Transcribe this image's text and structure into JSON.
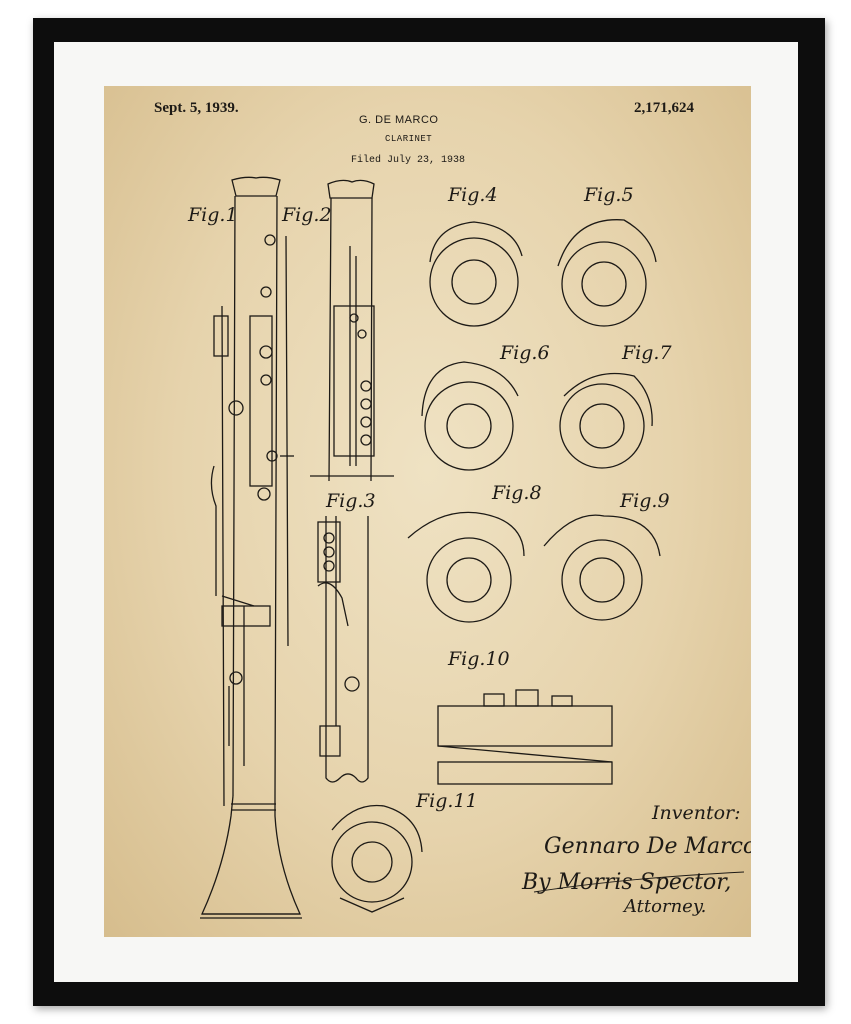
{
  "patent": {
    "date": "Sept. 5, 1939.",
    "number": "2,171,624",
    "inventor_header": "G. DE MARCO",
    "title": "CLARINET",
    "filed": "Filed July 23, 1938"
  },
  "figures": [
    {
      "label": "Fig.1"
    },
    {
      "label": "Fig.2"
    },
    {
      "label": "Fig.3"
    },
    {
      "label": "Fig.4"
    },
    {
      "label": "Fig.5"
    },
    {
      "label": "Fig.6"
    },
    {
      "label": "Fig.7"
    },
    {
      "label": "Fig.8"
    },
    {
      "label": "Fig.9"
    },
    {
      "label": "Fig.10"
    },
    {
      "label": "Fig.11"
    }
  ],
  "signature": {
    "caption": "Inventor:",
    "inventor_name": "Gennaro De Marco,",
    "by_line": "By Morris Spector,",
    "role": "Attorney."
  },
  "colors": {
    "frame": "#0d0d0d",
    "mat": "#f7f7f5",
    "paper": "#e6d3ac",
    "ink": "#1d1a16"
  }
}
